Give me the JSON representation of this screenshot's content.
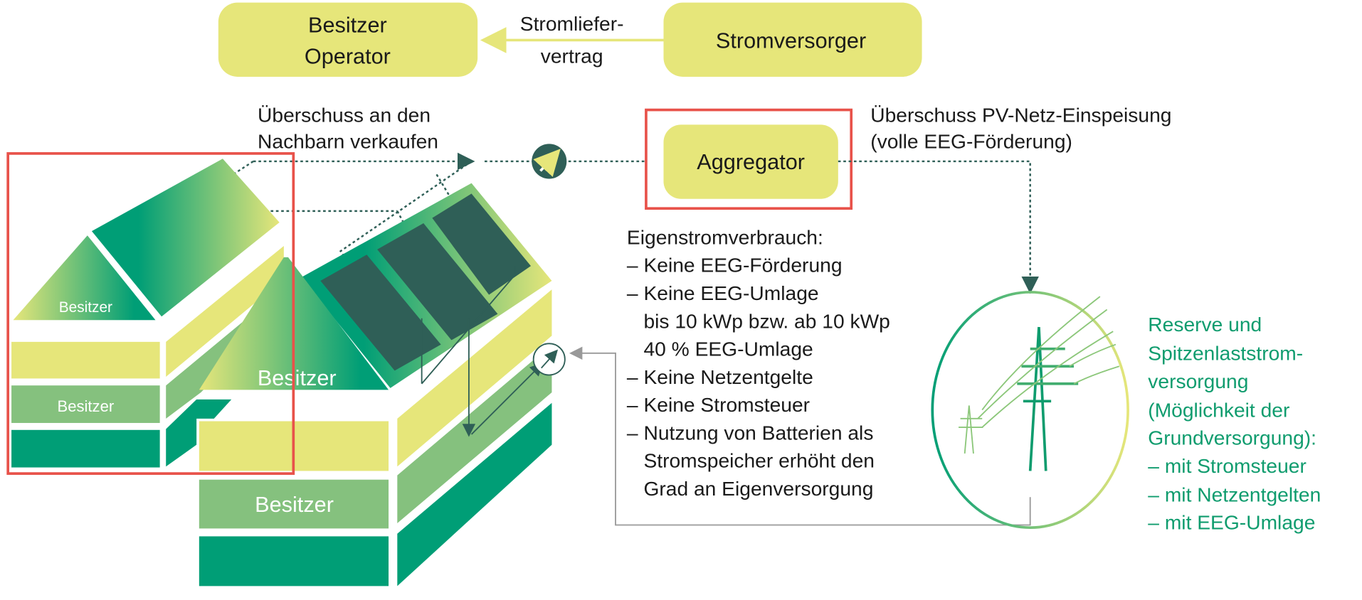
{
  "boxes": {
    "owner_operator": [
      "Besitzer",
      "Operator"
    ],
    "supplier": "Stromversorger",
    "aggregator": "Aggregator"
  },
  "contract_label": [
    "Stromliefer-",
    "vertrag"
  ],
  "neighbour_label": [
    "Überschuss an den",
    "Nachbarn verkaufen"
  ],
  "feedin_label": [
    "Überschuss PV-Netz-Einspeisung",
    "(volle EEG-Förderung)"
  ],
  "self_consumption": [
    "Eigenstromverbrauch:",
    "– Keine EEG-Förderung",
    "– Keine EEG-Umlage",
    "   bis 10 kWp bzw. ab 10 kWp",
    "   40 % EEG-Umlage",
    "– Keine Netzentgelte",
    "– Keine Stromsteuer",
    "– Nutzung von Batterien als",
    "   Stromspeicher erhöht den",
    "   Grad an Eigenversorgung"
  ],
  "reserve": [
    "Reserve und",
    "Spitzenlaststrom-",
    "versorgung",
    "(Möglichkeit der",
    "Grundversorgung):",
    "– mit Stromsteuer",
    "– mit Netzentgelten",
    "– mit EEG-Umlage"
  ],
  "house_labels": {
    "left_gable": "Besitzer",
    "left_floor": "Besitzer",
    "right_gable": "Besitzer",
    "right_floor": "Besitzer"
  },
  "icons": [
    "meter-icon",
    "bidirectional-meter-icon",
    "power-pylon-icon"
  ],
  "colors": {
    "yellow": "#e6e67a",
    "light_green": "#85c17e",
    "teal": "#009e76",
    "panel": "#2f5f57",
    "highlight_red": "#e8524a",
    "text_green": "#0f9c6e"
  }
}
